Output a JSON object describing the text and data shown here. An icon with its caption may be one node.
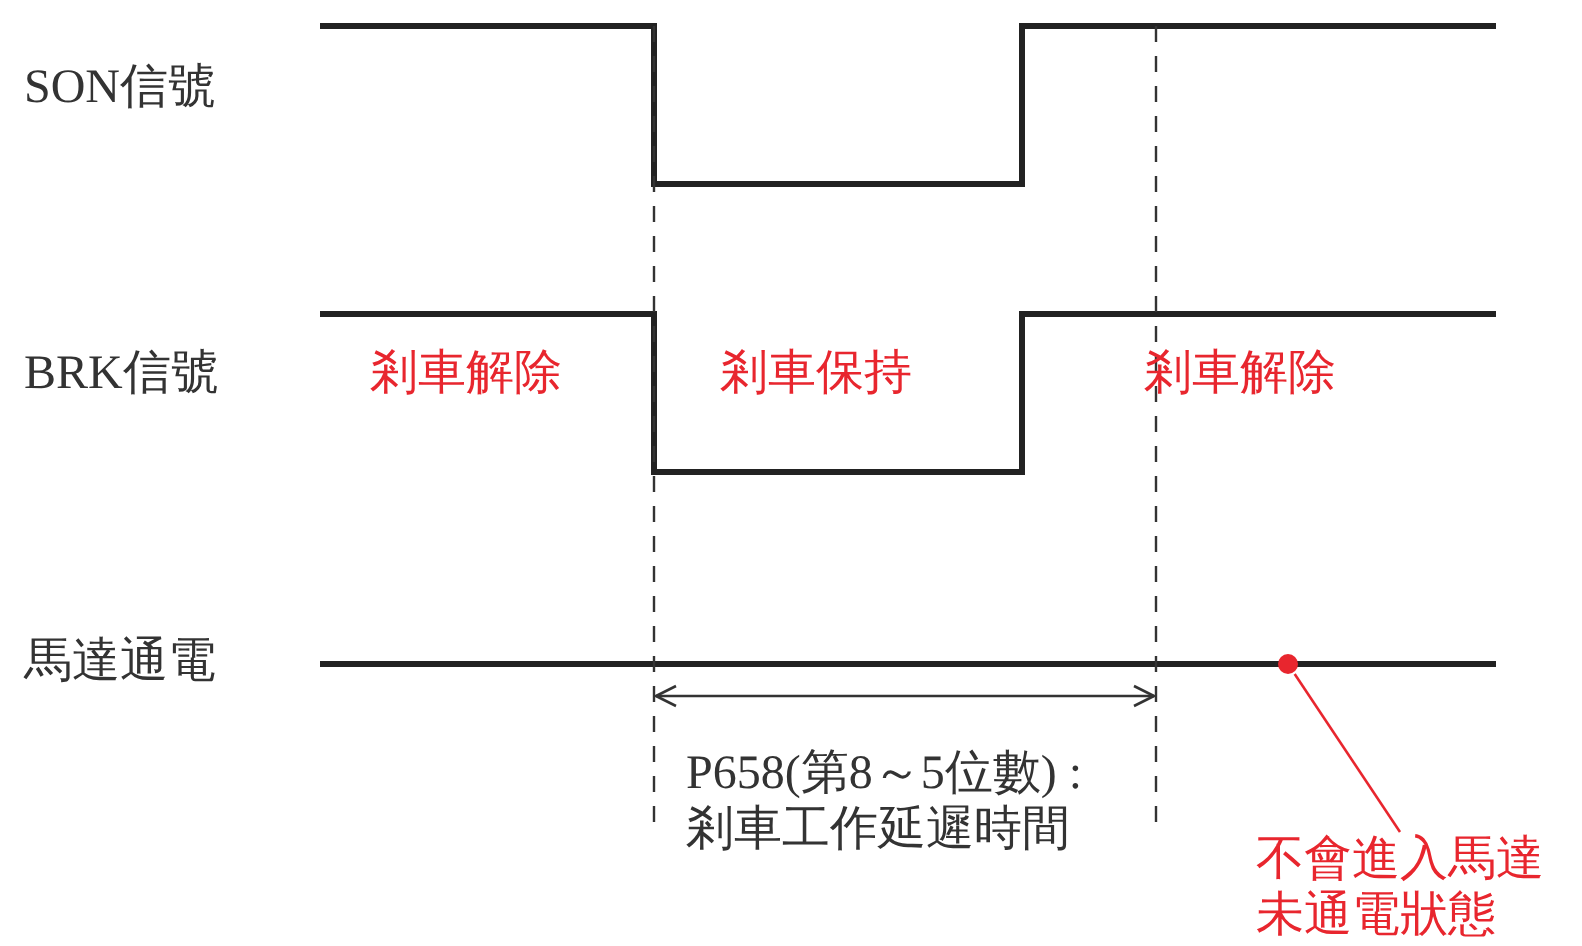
{
  "diagram": {
    "nodes": [
      {
        "text": [
          "不會進入馬達未通電狀態"
        ]
      },
      {
        "text": [],
        "shape": "circle"
      }
    ],
    "edges": [
      {
        "from": 0,
        "to": 1,
        "arrow": "none"
      }
    ],
    "labels": [
      "SON信號",
      "BRK信號",
      "馬達通電",
      "剎車解除",
      "剎車保持",
      "剎車解除",
      "P658(第8～5位數) : 剎車工作延遲時間"
    ]
  }
}
